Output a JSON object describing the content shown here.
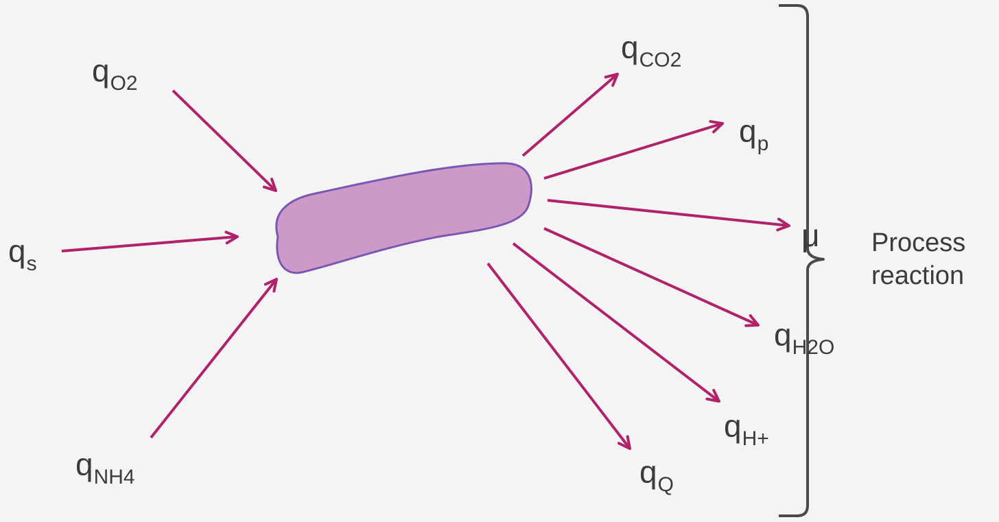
{
  "colors": {
    "background": "#f4f4f4",
    "arrow": "#b0226a",
    "cell_fill": "#cc99c9",
    "cell_stroke": "#7a57b3",
    "bracket": "#4a4a4a",
    "text": "#3b3b3b"
  },
  "inputs": {
    "o2": {
      "base": "q",
      "sub": "O2"
    },
    "s": {
      "base": "q",
      "sub": "s"
    },
    "nh4": {
      "base": "q",
      "sub": "NH4"
    }
  },
  "outputs": {
    "co2": {
      "base": "q",
      "sub": "CO2"
    },
    "p": {
      "base": "q",
      "sub": "p"
    },
    "mu": {
      "symbol": "μ"
    },
    "h2o": {
      "base": "q",
      "sub": "H2O"
    },
    "hplus": {
      "base": "q",
      "sub": "H+"
    },
    "q": {
      "base": "q",
      "sub": "Q"
    }
  },
  "caption": {
    "line1": "Process",
    "line2": "reaction"
  }
}
